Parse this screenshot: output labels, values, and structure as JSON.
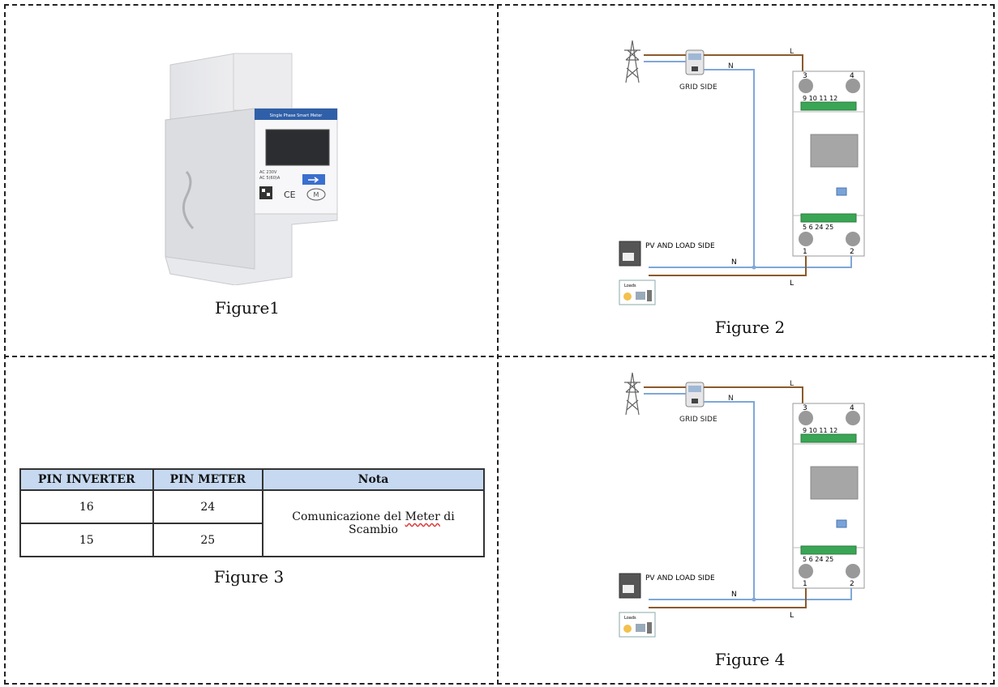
{
  "figures": {
    "fig1_caption": "Figure1",
    "fig2_caption": "Figure 2",
    "fig3_caption": "Figure 3",
    "fig4_caption": "Figure 4"
  },
  "device": {
    "header_text": "Single Phase Smart Meter",
    "rating_1": "AC 230V",
    "rating_2": "AC 5(60)A",
    "mark_ce": "CE",
    "mark_mid": "M"
  },
  "diagram": {
    "line_label": "L",
    "neutral_label": "N",
    "grid_side": "GRID SIDE",
    "pv_load_side": "PV AND LOAD SIDE",
    "loads": "Loads",
    "terminal_top_left": "3",
    "terminal_top_right": "4",
    "terminal_bottom_left": "1",
    "terminal_bottom_right": "2",
    "top_pins": "9  10 11  12",
    "bottom_pins": "5   6  24  25"
  },
  "pin_table": {
    "headers": [
      "PIN INVERTER",
      "PIN  METER",
      "Nota"
    ],
    "rows": [
      {
        "inverter": "16",
        "meter": "24"
      },
      {
        "inverter": "15",
        "meter": "25"
      }
    ],
    "note_line1": "Comunicazione del Meter di",
    "note_line1_a": "Comunicazione del ",
    "note_line1_b": "Meter",
    "note_line1_c": " di",
    "note_line2": "Scambio"
  }
}
